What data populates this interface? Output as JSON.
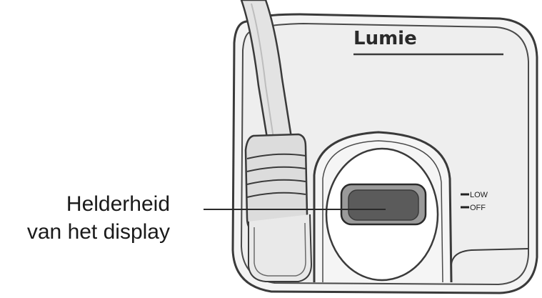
{
  "device": {
    "brand": "Lumie",
    "switch_positions": [
      "LOW",
      "OFF"
    ]
  },
  "callout": {
    "lines": [
      "Helderheid",
      "van het display"
    ]
  },
  "colors": {
    "stroke": "#3a3a3a",
    "panel_fill": "#f0f0f0",
    "button_fill": "#5b5b5b",
    "button_recess": "#9a9a9a",
    "cable_fill": "#e3e3e3"
  }
}
